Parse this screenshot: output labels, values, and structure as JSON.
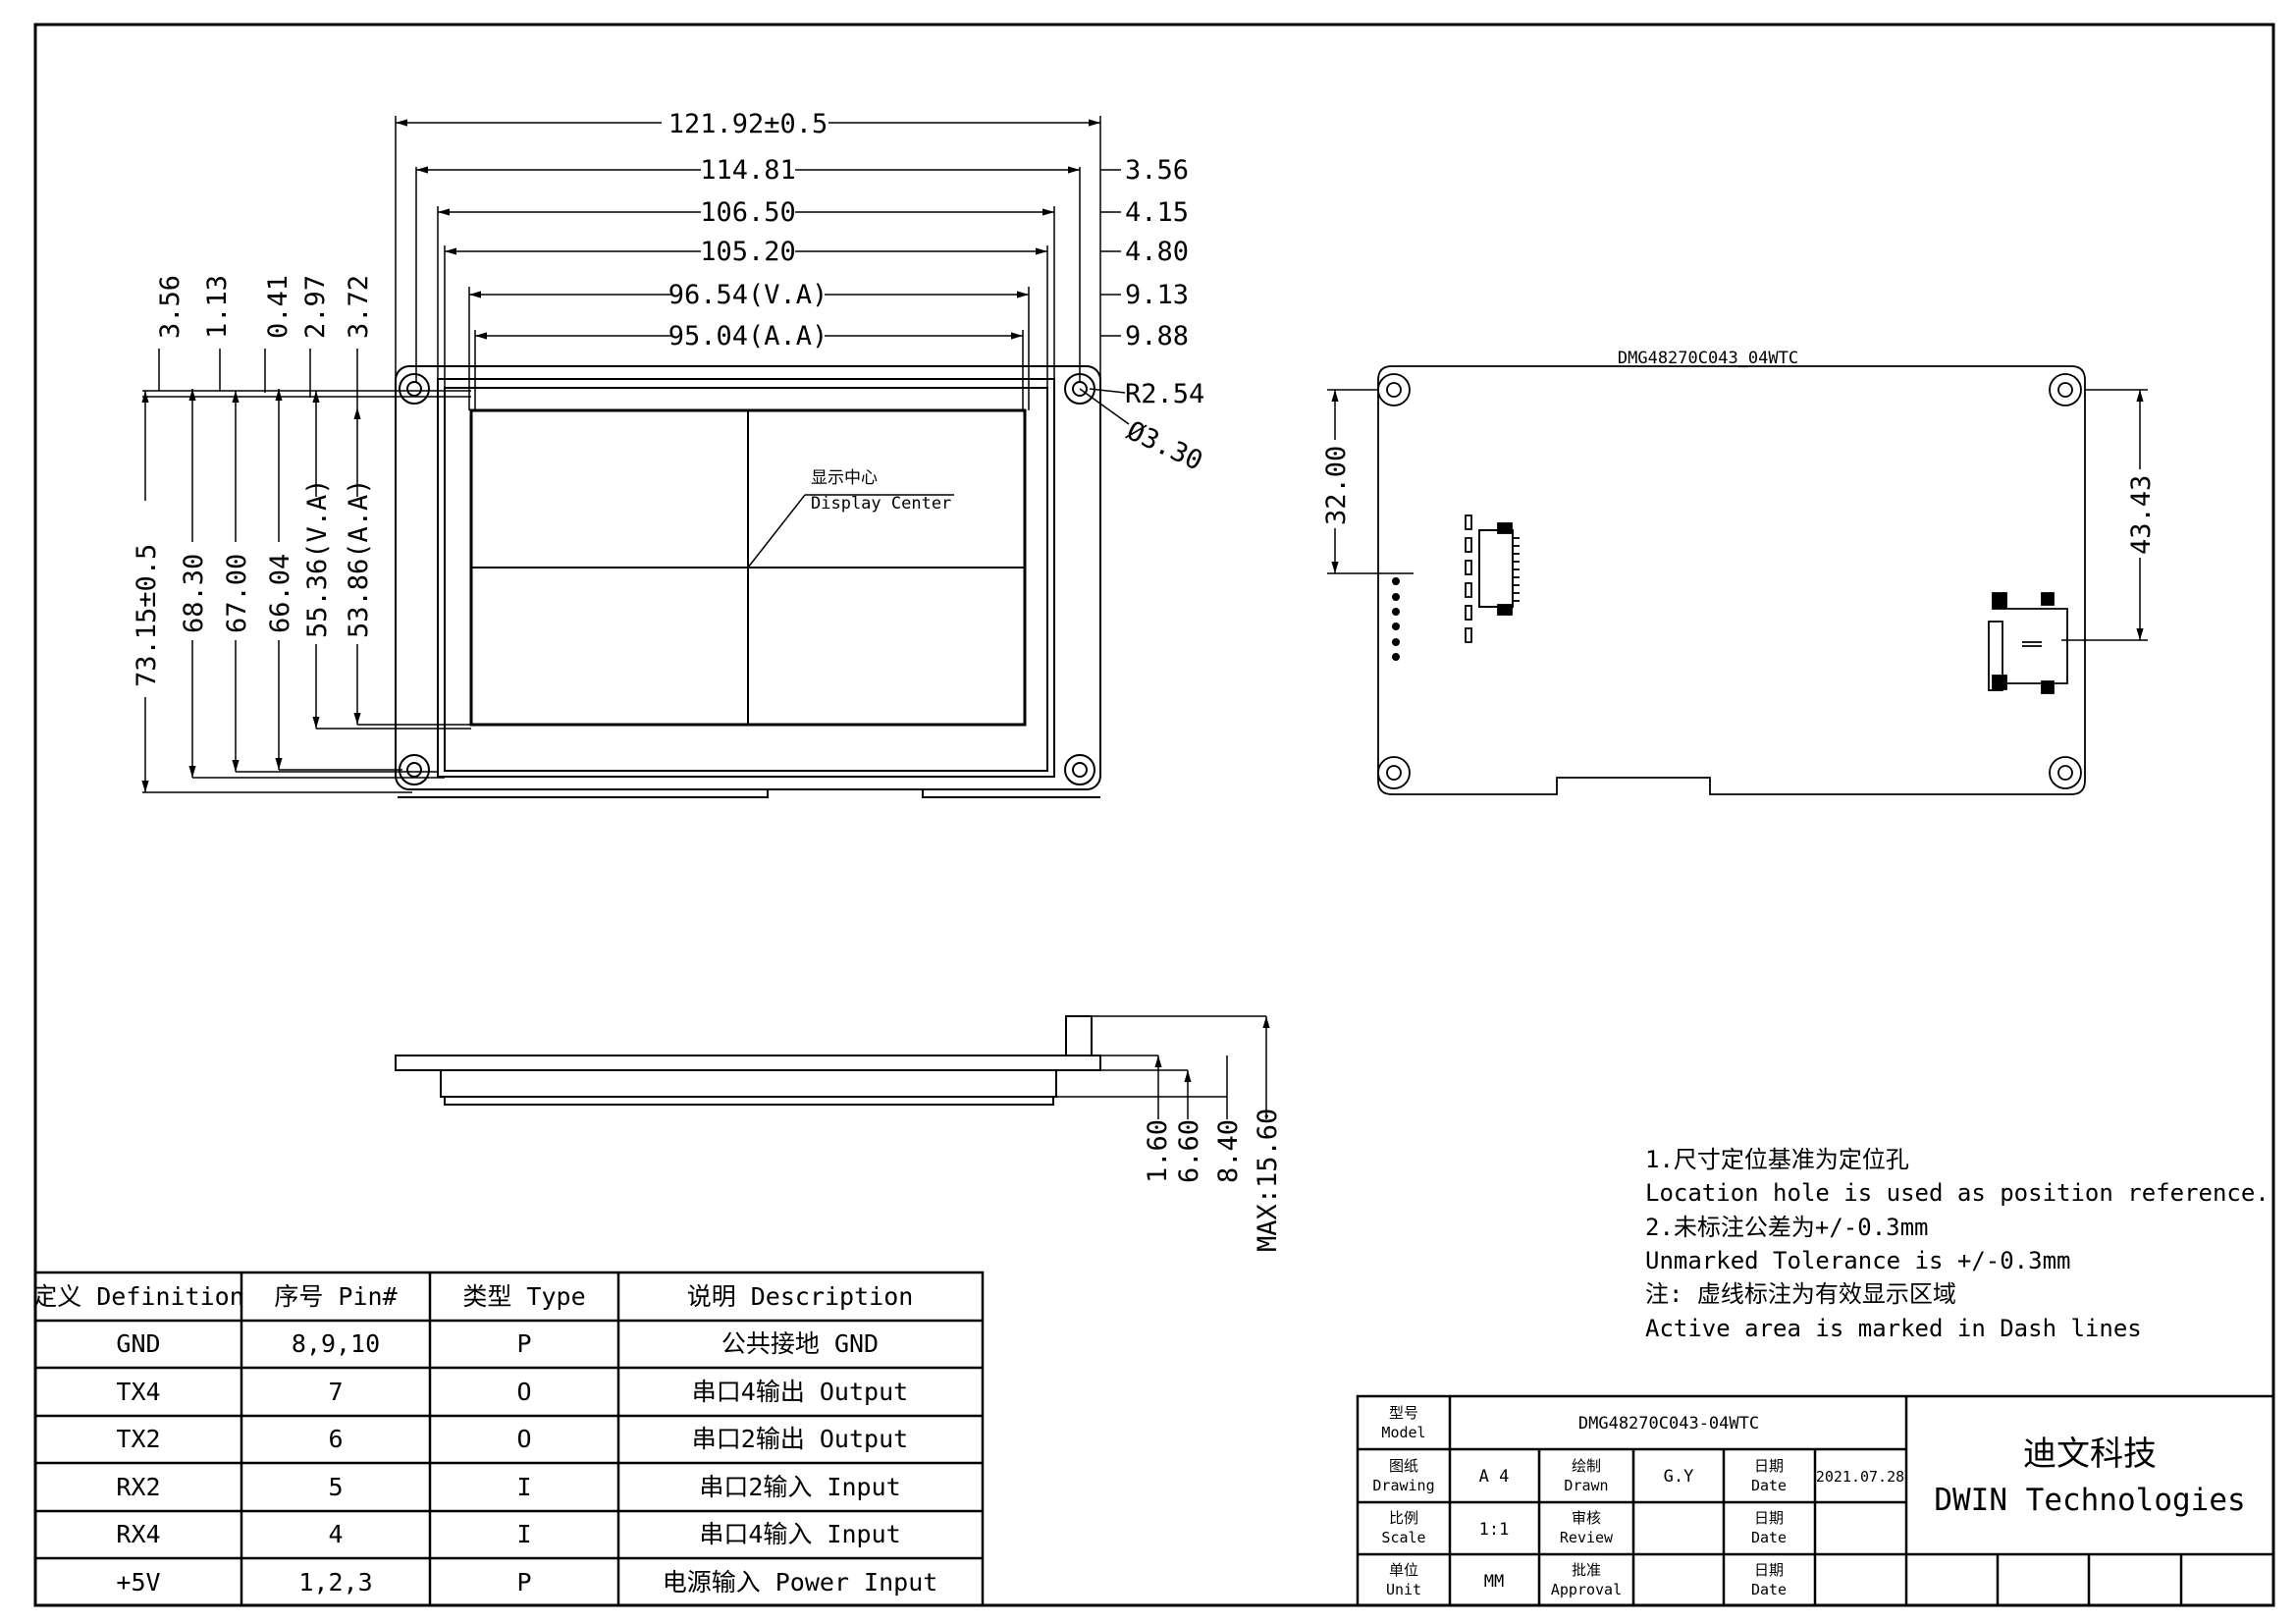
{
  "front": {
    "horizontal_dims": [
      "121.92±0.5",
      "114.81",
      "106.50",
      "105.20",
      "96.54(V.A)",
      "95.04(A.A)"
    ],
    "right_dims": [
      "3.56",
      "4.15",
      "4.80",
      "9.13",
      "9.88",
      "R2.54",
      "Ø3.30"
    ],
    "top_left_dims": [
      "3.56",
      "1.13",
      "0.41",
      "2.97",
      "3.72"
    ],
    "vertical_dims": [
      "73.15±0.5",
      "68.30",
      "67.00",
      "66.04",
      "55.36(V.A)",
      "53.86(A.A)"
    ],
    "center_label_cn": "显示中心",
    "center_label_en": "Display Center"
  },
  "back": {
    "model_label": "DMG48270C043_04WTC",
    "dim_left": "32.00",
    "dim_right": "43.43"
  },
  "side": {
    "dims": [
      "1.60",
      "6.60",
      "8.40",
      "MAX:15.60"
    ]
  },
  "notes": [
    "1.尺寸定位基准为定位孔",
    "Location hole is used as position reference.",
    "2.未标注公差为+/-0.3mm",
    "Unmarked Tolerance is +/-0.3mm",
    "注: 虚线标注为有效显示区域",
    "Active area is marked in Dash lines"
  ],
  "pin_table": {
    "headers": [
      "定义 Definition",
      "序号 Pin#",
      "类型 Type",
      "说明 Description"
    ],
    "rows": [
      [
        "GND",
        "8,9,10",
        "P",
        "公共接地 GND"
      ],
      [
        "TX4",
        "7",
        "O",
        "串口4输出 Output"
      ],
      [
        "TX2",
        "6",
        "O",
        "串口2输出 Output"
      ],
      [
        "RX2",
        "5",
        "I",
        "串口2输入 Input"
      ],
      [
        "RX4",
        "4",
        "I",
        "串口4输入 Input"
      ],
      [
        "+5V",
        "1,2,3",
        "P",
        "电源输入 Power Input"
      ]
    ]
  },
  "title_block": {
    "model_cn": "型号",
    "model_en": "Model",
    "model_value": "DMG48270C043-04WTC",
    "drawing_cn": "图纸",
    "drawing_en": "Drawing",
    "drawing_value": "A 4",
    "drawn_cn": "绘制",
    "drawn_en": "Drawn",
    "drawn_value": "G.Y",
    "date_cn": "日期",
    "date_en": "Date",
    "date_value": "2021.07.28",
    "scale_cn": "比例",
    "scale_en": "Scale",
    "scale_value": "1:1",
    "review_cn": "审核",
    "review_en": "Review",
    "unit_cn": "单位",
    "unit_en": "Unit",
    "unit_value": "MM",
    "approval_cn": "批准",
    "approval_en": "Approval",
    "company_cn": "迪文科技",
    "company_en": "DWIN Technologies"
  }
}
